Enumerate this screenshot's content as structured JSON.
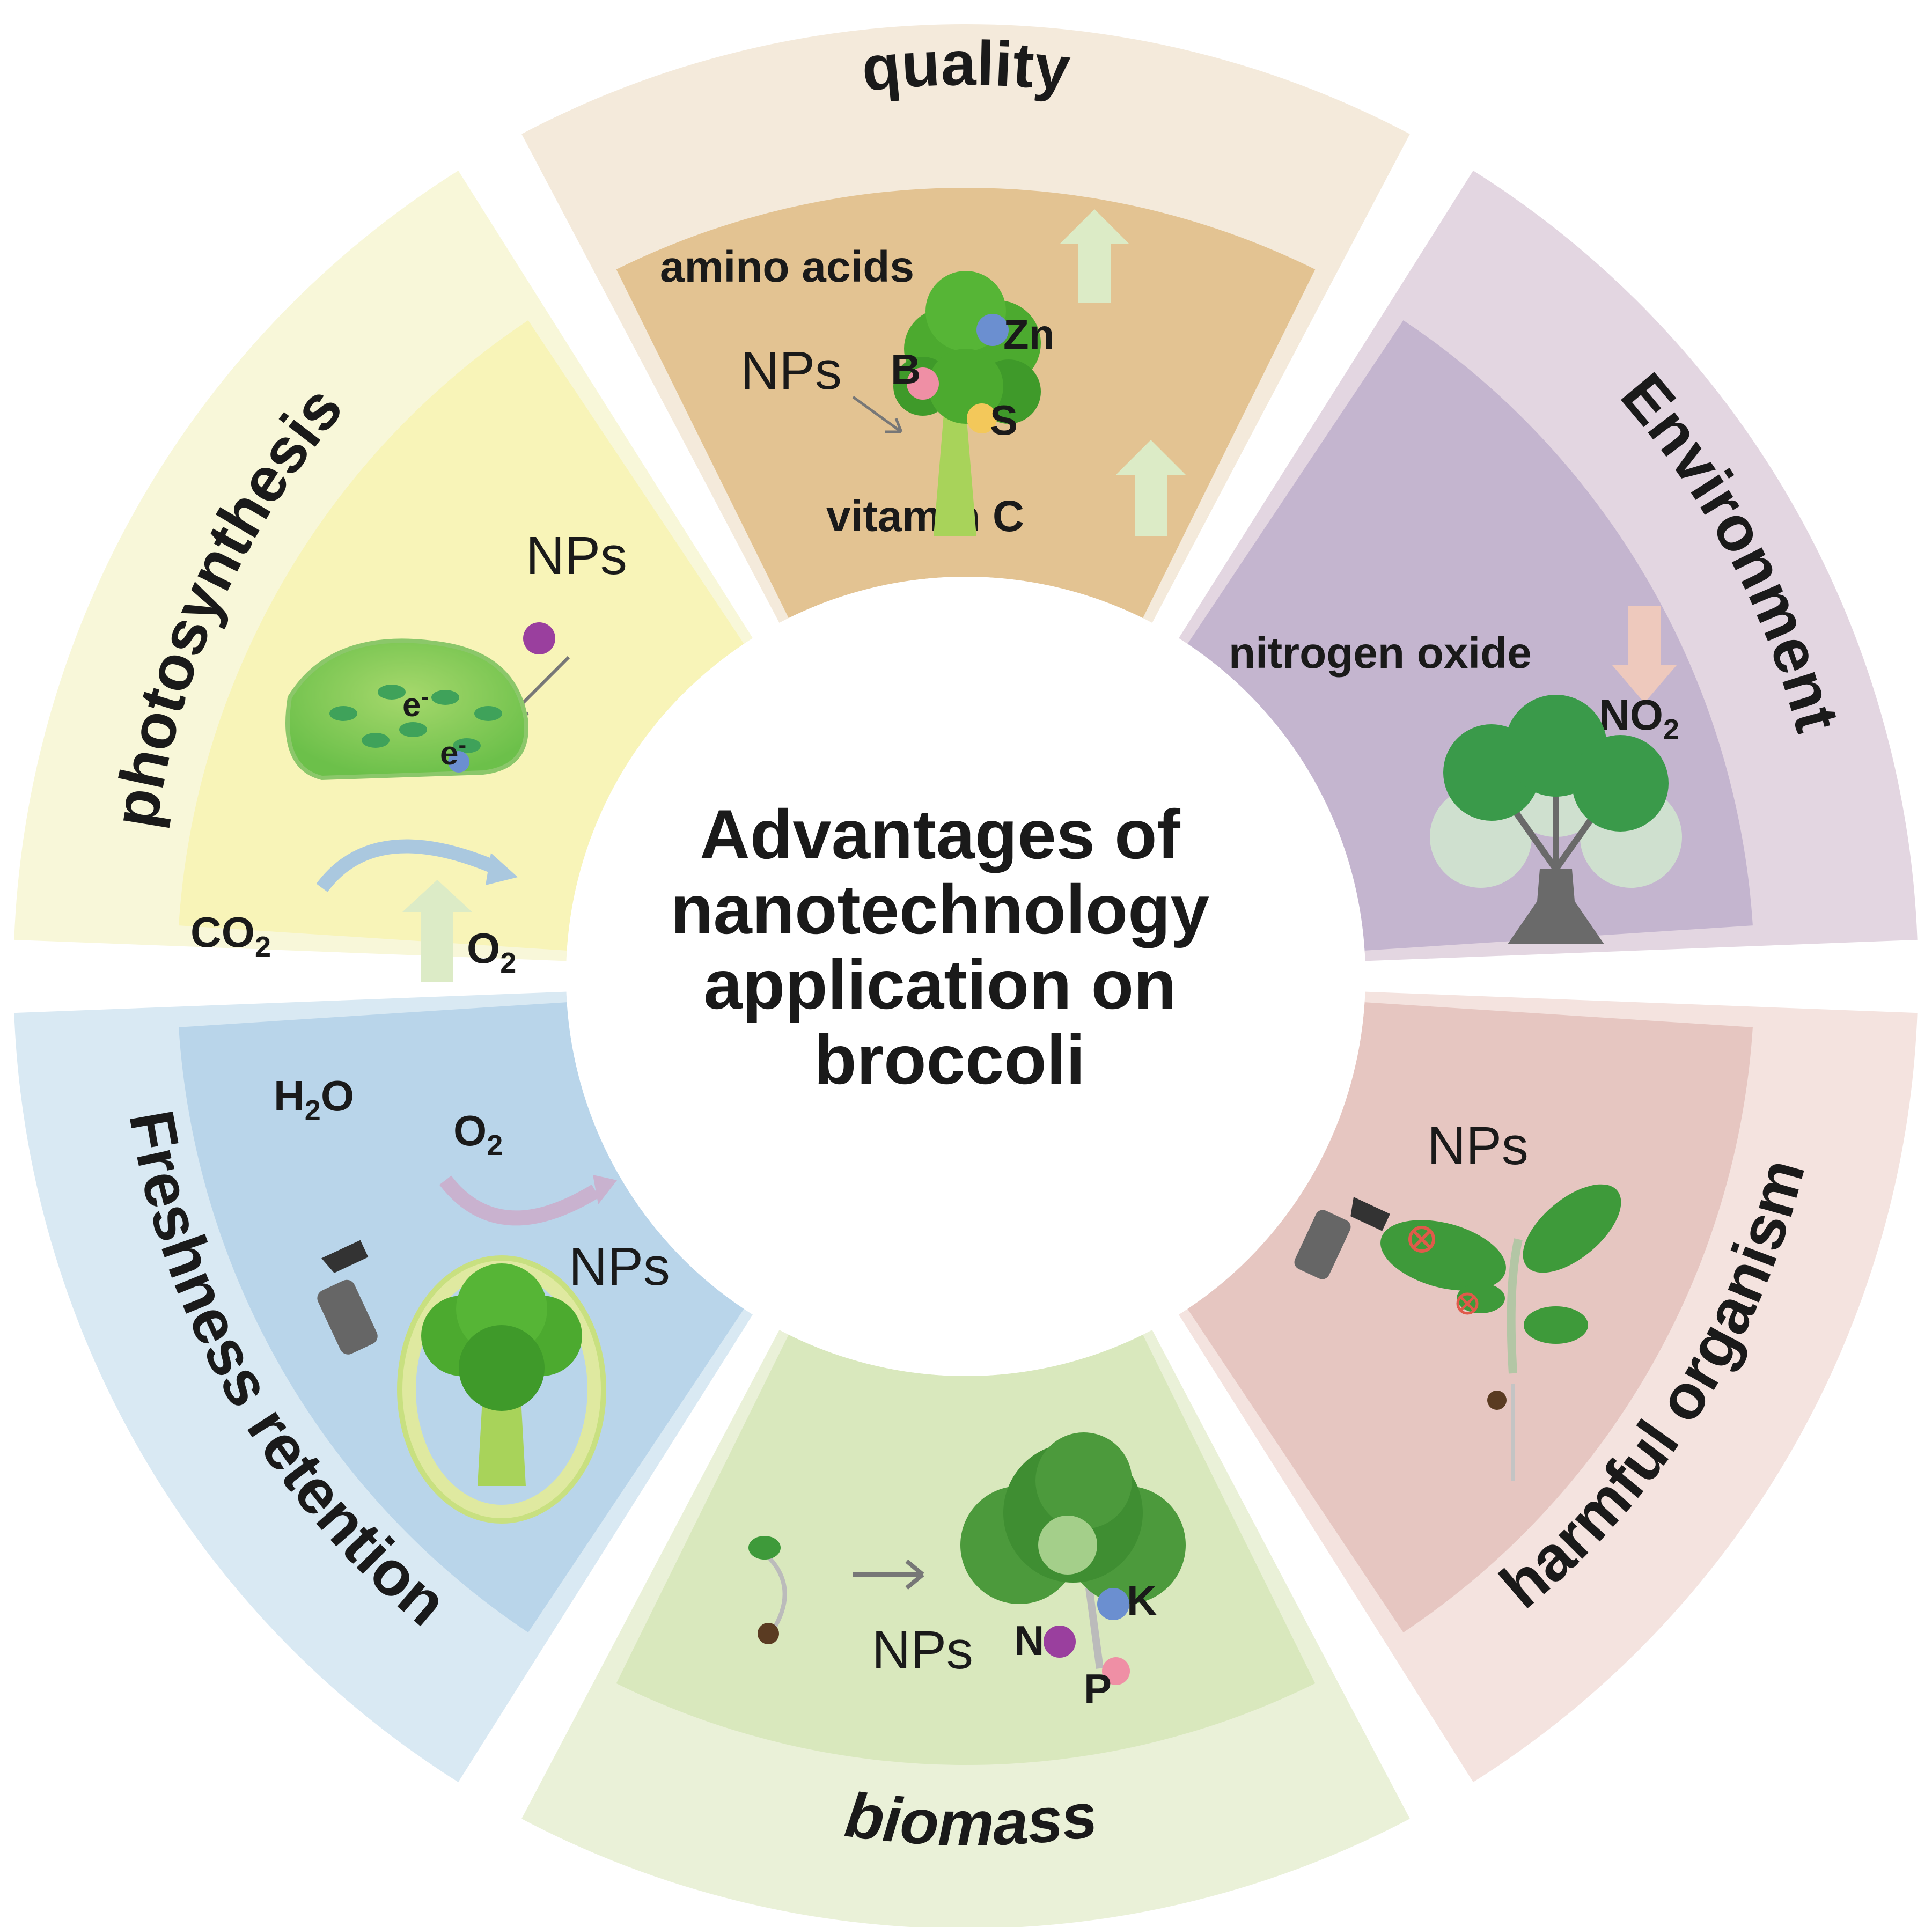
{
  "center": {
    "title_lines": [
      "Advantages of",
      "nanotechnology",
      "application on",
      "broccoli"
    ]
  },
  "segments": {
    "quality": {
      "title": "quality",
      "outer_color": "#f4eadb",
      "inner_color": "#e3c392",
      "labels": {
        "amino": "amino acids",
        "vitamin": "vitamin C",
        "nps": "NPs",
        "zn": "Zn",
        "b": "B",
        "s": "S"
      }
    },
    "environment": {
      "title": "Environment",
      "outer_color": "#e3d6e1",
      "inner_color": "#c4b5cf",
      "labels": {
        "nox": "nitrogen oxide",
        "no2": "NO",
        "no2_sub": "2"
      }
    },
    "harmful": {
      "title": "harmful organism",
      "outer_color": "#f4e3df",
      "inner_color": "#e6c6c1",
      "labels": {
        "nps": "NPs"
      }
    },
    "biomass": {
      "title": "biomass",
      "outer_color": "#eaf1d8",
      "inner_color": "#d9e8bd",
      "labels": {
        "nps": "NPs",
        "n": "N",
        "p": "P",
        "k": "K"
      }
    },
    "freshness": {
      "title": "Freshness retention",
      "outer_color": "#d9e9f3",
      "inner_color": "#b9d5ea",
      "labels": {
        "h2o": "H",
        "h2o_sub": "2",
        "h2o_o": "O",
        "o2": "O",
        "o2_sub": "2",
        "nps": "NPs"
      }
    },
    "photosynthesis": {
      "title": "photosynthesis",
      "outer_color": "#f8f7d9",
      "inner_color": "#f8f4b8",
      "labels": {
        "nps": "NPs",
        "co2": "CO",
        "co2_sub": "2",
        "o2": "O",
        "o2_sub": "2",
        "e1": "e",
        "e2": "e",
        "minus": "-"
      }
    }
  },
  "colors": {
    "arrow_up": "#dcebc6",
    "arrow_down": "#eec9bd",
    "broccoli": "#4caa2f",
    "broccoli_dark": "#2f8a26",
    "stem": "#a8d35a",
    "tree_canopy": "#3a9a4a",
    "tree_trunk": "#6a6a6a",
    "np_purple": "#9a3f9e",
    "np_blue": "#6b8fd0",
    "np_pink": "#ef8fa5",
    "np_yellow": "#f3c85a"
  }
}
